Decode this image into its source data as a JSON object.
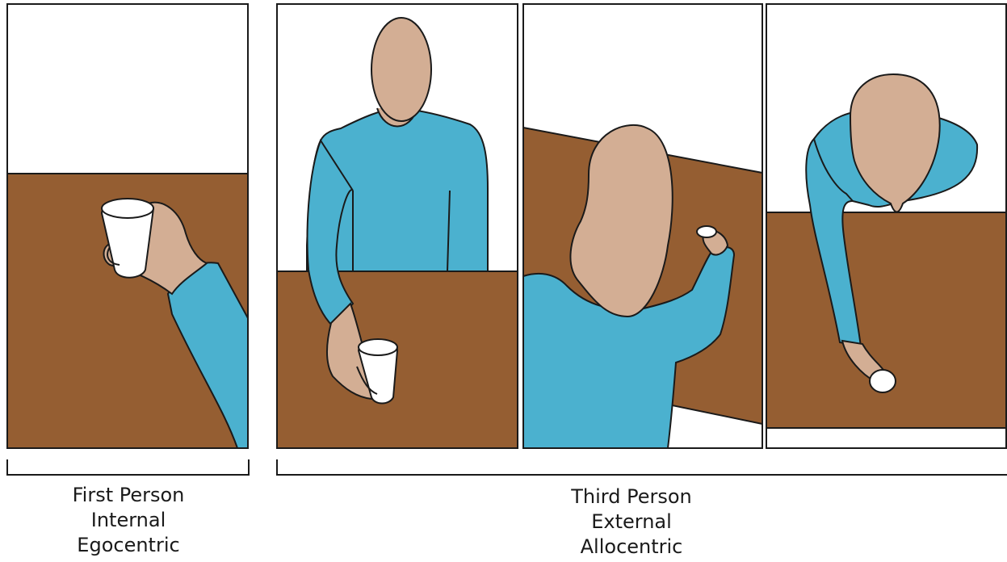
{
  "colors": {
    "table": "#955E32",
    "skin": "#D3AE94",
    "shirt": "#4BB1CF",
    "outline": "#1a1a1a",
    "cup": "#ffffff",
    "background": "#ffffff"
  },
  "panels": [
    {
      "name": "first-person-view",
      "scene": "hand holding cup over table, seen from own eyes"
    },
    {
      "name": "third-person-front-view",
      "scene": "person facing viewer holding cup"
    },
    {
      "name": "third-person-back-view",
      "scene": "person seen from behind reaching for cup"
    },
    {
      "name": "third-person-top-view",
      "scene": "person seen from above holding cup"
    }
  ],
  "groups": [
    {
      "lines": [
        "First Person",
        "Internal",
        "Egocentric"
      ]
    },
    {
      "lines": [
        "Third Person",
        "External",
        "Allocentric"
      ]
    }
  ]
}
